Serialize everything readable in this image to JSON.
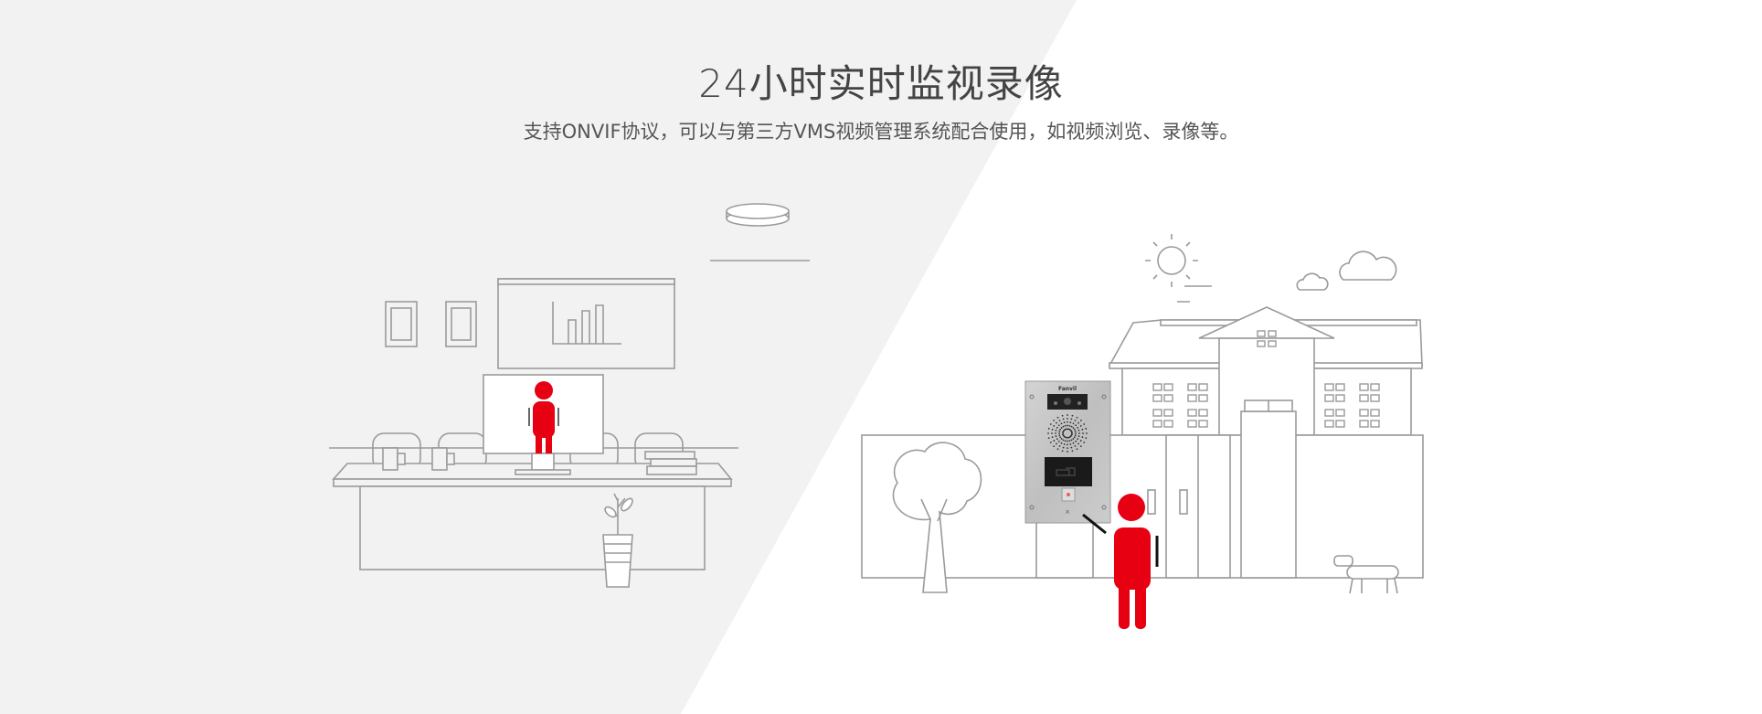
{
  "header": {
    "title": "24小时实时监视录像",
    "subtitle": "支持ONVIF协议，可以与第三方VMS视频管理系统配合使用，如视频浏览、录像等。"
  },
  "device": {
    "logo_text": "Fanvil"
  },
  "colors": {
    "background_left": "#f2f2f2",
    "accent": "#e60012",
    "line": "#9a9a9a",
    "text": "#444444"
  }
}
